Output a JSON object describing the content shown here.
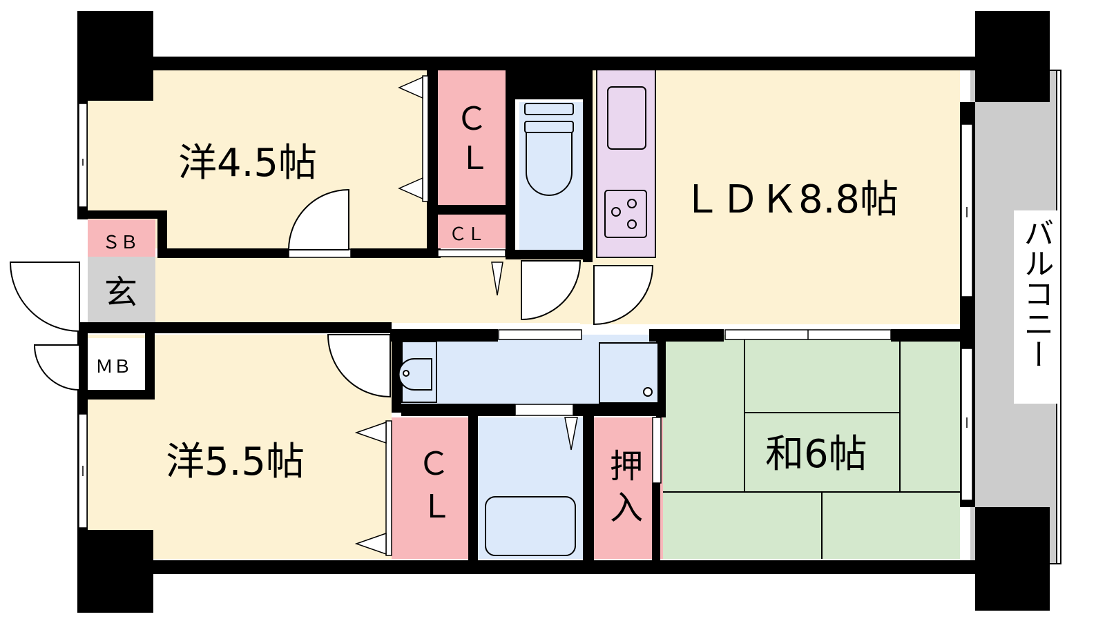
{
  "rooms": {
    "western_upper": {
      "label": "洋4.5帖"
    },
    "western_lower": {
      "label": "洋5.5帖"
    },
    "ldk": {
      "label": "ＬＤＫ8.8帖"
    },
    "japanese": {
      "label": "和6帖"
    },
    "balcony": {
      "label": "バルコニー"
    },
    "entrance": {
      "label": "玄"
    },
    "shoe_box": {
      "label": "ＳＢ"
    },
    "meter_box": {
      "label": "ＭＢ"
    },
    "closet_upper": {
      "label_line1": "Ｃ",
      "label_line2": "Ｌ"
    },
    "closet_small": {
      "label": "ＣＬ"
    },
    "closet_lower": {
      "label_line1": "Ｃ",
      "label_line2": "Ｌ"
    },
    "oshiire": {
      "label_line1": "押",
      "label_line2": "入"
    }
  },
  "colors": {
    "western_room": "#fdf2d3",
    "japanese_room": "#d4e8cd",
    "closet": "#f8b8bb",
    "wet_area": "#dce9fa",
    "kitchen": "#ead7ef",
    "entrance": "#d2d2d2",
    "balcony": "#cccccc",
    "wall": "#000000"
  }
}
